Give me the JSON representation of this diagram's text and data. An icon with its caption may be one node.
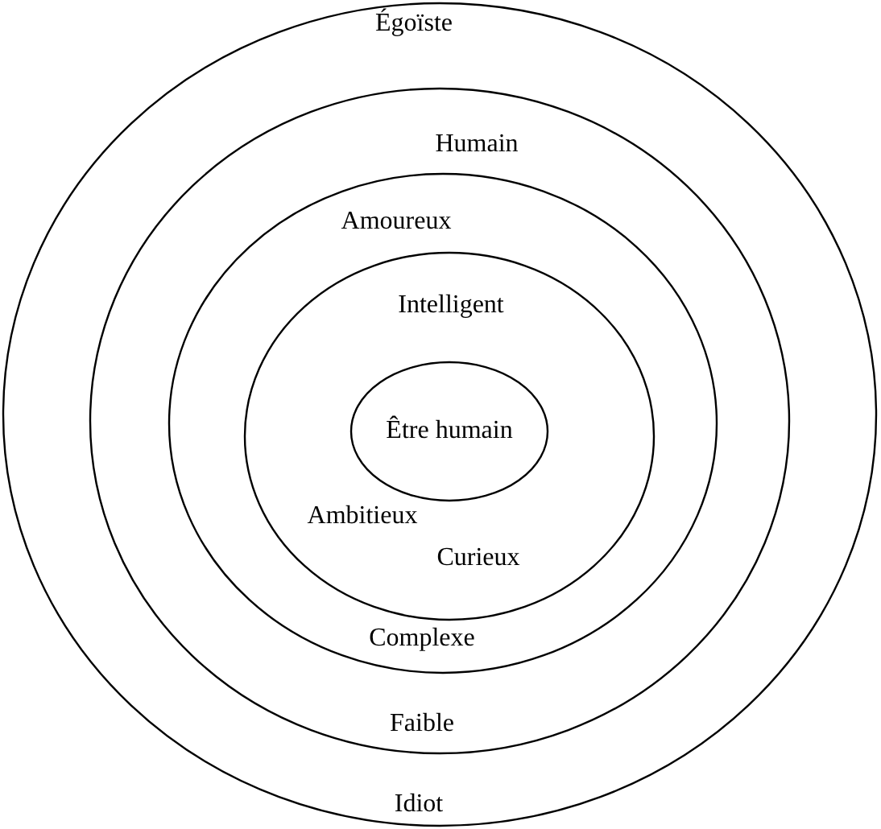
{
  "diagram": {
    "nodes": [
      {
        "text": [
          "Égoïste",
          "Idiot"
        ]
      },
      {
        "text": [
          "Humain",
          "Faible"
        ],
        "in": 0
      },
      {
        "text": [
          "Amoureux",
          "Complexe"
        ],
        "in": 1
      },
      {
        "text": [
          "Intelligent",
          "Ambitieux",
          "Curieux"
        ],
        "in": 2
      },
      {
        "text": [
          "Être humain"
        ],
        "in": 3
      }
    ]
  }
}
